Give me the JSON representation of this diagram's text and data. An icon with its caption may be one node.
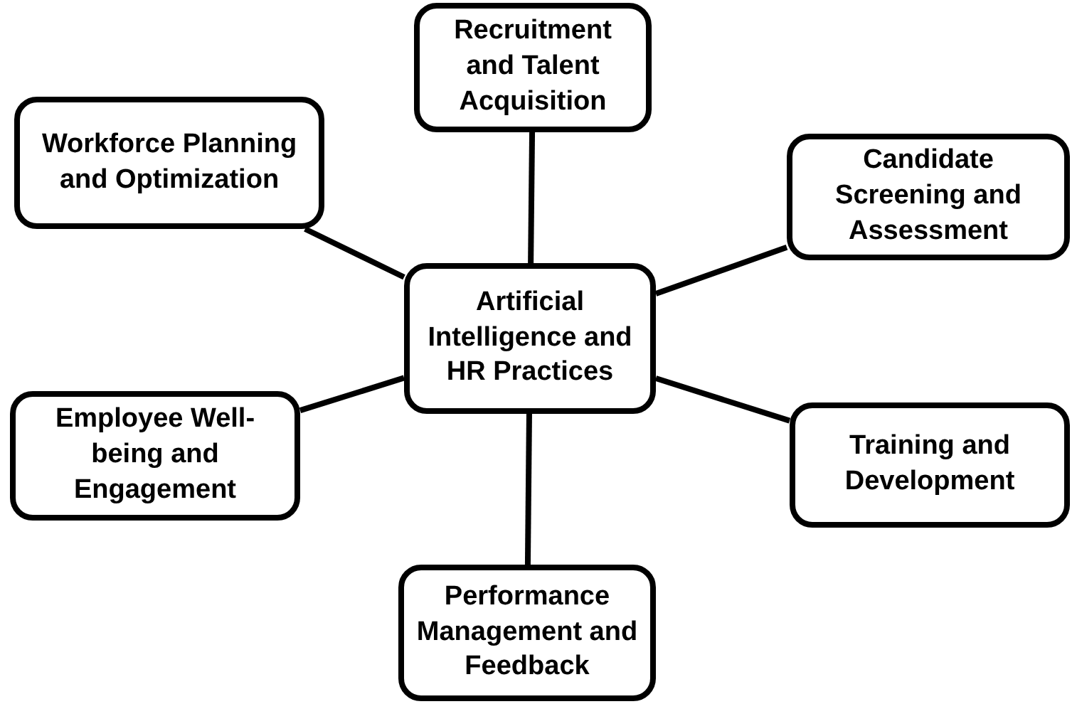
{
  "diagram": {
    "nodes": [
      {
        "text": [
          "Artificial Intelligence and HR Practices"
        ]
      },
      {
        "text": [
          "Recruitment and Talent Acquisition"
        ]
      },
      {
        "text": [
          "Workforce Planning and Optimization"
        ]
      },
      {
        "text": [
          "Candidate Screening and Assessment"
        ]
      },
      {
        "text": [
          "Employee Well-being and Engagement"
        ]
      },
      {
        "text": [
          "Training and Development"
        ]
      },
      {
        "text": [
          "Performance Management and Feedback"
        ]
      }
    ],
    "edges": [
      {
        "from": 0,
        "to": 1,
        "arrow": "none"
      },
      {
        "from": 0,
        "to": 2,
        "arrow": "none"
      },
      {
        "from": 0,
        "to": 3,
        "arrow": "none"
      },
      {
        "from": 0,
        "to": 4,
        "arrow": "none"
      },
      {
        "from": 0,
        "to": 5,
        "arrow": "none"
      },
      {
        "from": 0,
        "to": 6,
        "arrow": "none"
      }
    ]
  }
}
